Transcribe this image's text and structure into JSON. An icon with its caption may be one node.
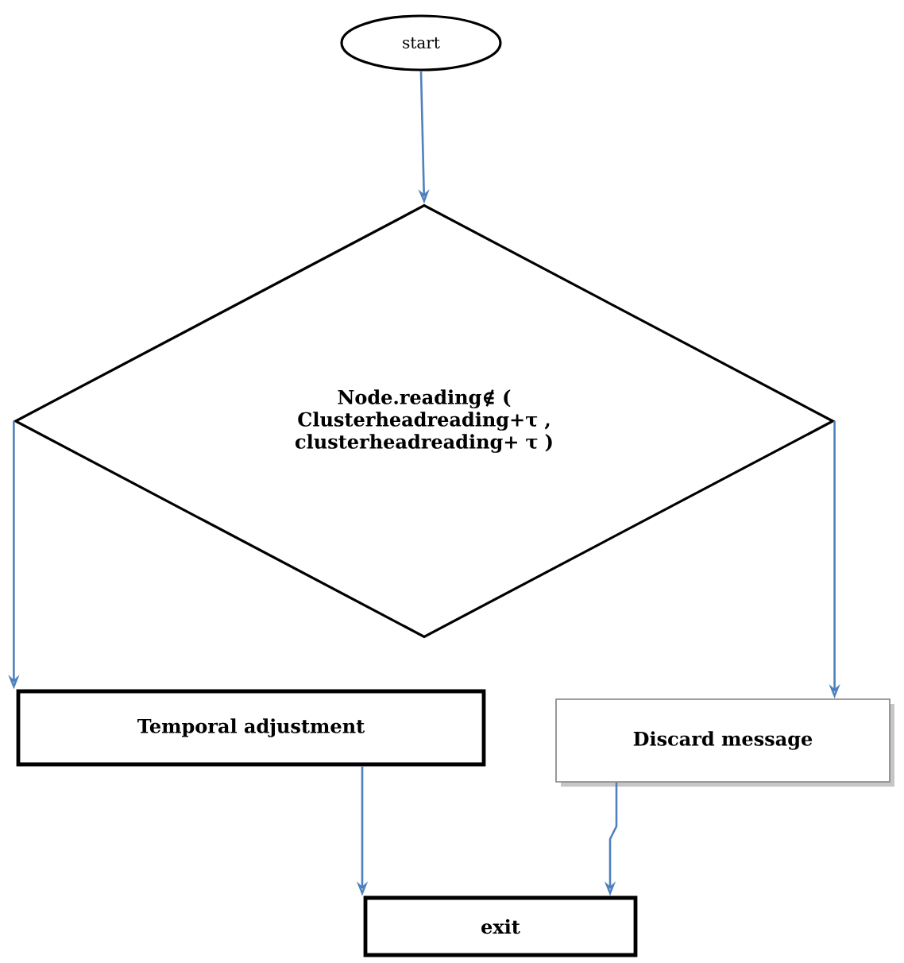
{
  "diagram": {
    "nodes": [
      {
        "text": [
          "start"
        ]
      },
      {
        "text": [
          "Node.reading∉ ( Clusterheadreading+τ , clusterheadreading+ τ )"
        ]
      },
      {
        "text": [
          "Temporal adjustment"
        ]
      },
      {
        "text": [
          "Discard message"
        ]
      },
      {
        "text": [
          "exit"
        ]
      }
    ],
    "edges": [
      {
        "from": 0,
        "to": 1,
        "arrow": "to"
      },
      {
        "from": 1,
        "to": 2,
        "arrow": "to"
      },
      {
        "from": 1,
        "to": 3,
        "arrow": "to"
      },
      {
        "from": 2,
        "to": 4,
        "arrow": "to"
      },
      {
        "from": 3,
        "to": 4,
        "arrow": "to"
      }
    ]
  }
}
